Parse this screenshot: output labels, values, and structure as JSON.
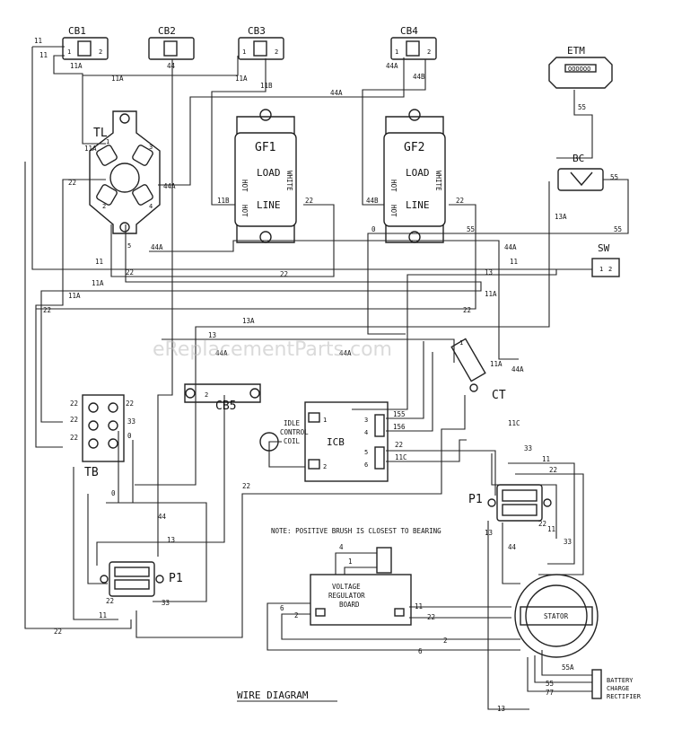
{
  "diagram": {
    "title": "WIRE DIAGRAM",
    "watermark": "eReplacementParts.com",
    "note": "NOTE: POSITIVE BRUSH IS CLOSEST TO BEARING",
    "components": {
      "cb1": "CB1",
      "cb2": "CB2",
      "cb3": "CB3",
      "cb4": "CB4",
      "cb5": "CB5",
      "etm": "ETM",
      "etm_display": "OOOOOO",
      "bc": "BC",
      "sw": "SW",
      "ct": "CT",
      "tl": "TL",
      "tb": "TB",
      "p1_left": "P1",
      "p1_right": "P1",
      "gf1": "GF1",
      "gf2": "GF2",
      "load": "LOAD",
      "line": "LINE",
      "hot": "HOT",
      "white": "WHITE",
      "icb": "ICB",
      "idle_coil": [
        "IDLE",
        "CONTROL",
        "COIL"
      ],
      "vr_board": [
        "VOLTAGE",
        "REGULATOR",
        "BOARD"
      ],
      "stator": "STATOR",
      "rectifier": [
        "BATTERY",
        "CHARGE",
        "RECTIFIER"
      ]
    },
    "wire_labels": {
      "w11": "11",
      "w11a": "11A",
      "w11b": "11B",
      "w11c": "11C",
      "w13": "13",
      "w13a": "13A",
      "w22": "22",
      "w33": "33",
      "w44": "44",
      "w44a": "44A",
      "w44b": "44B",
      "w55": "55",
      "w55a": "55A",
      "w77": "77",
      "w155": "155",
      "w156": "156",
      "w0": "0",
      "w2": "2",
      "w4": "4",
      "w5": "5",
      "w6": "6",
      "w1": "1",
      "w3": "3"
    },
    "terminals": {
      "t1": "1",
      "t2": "2",
      "t3": "3",
      "t4": "4",
      "t5": "5",
      "t6": "6"
    }
  }
}
